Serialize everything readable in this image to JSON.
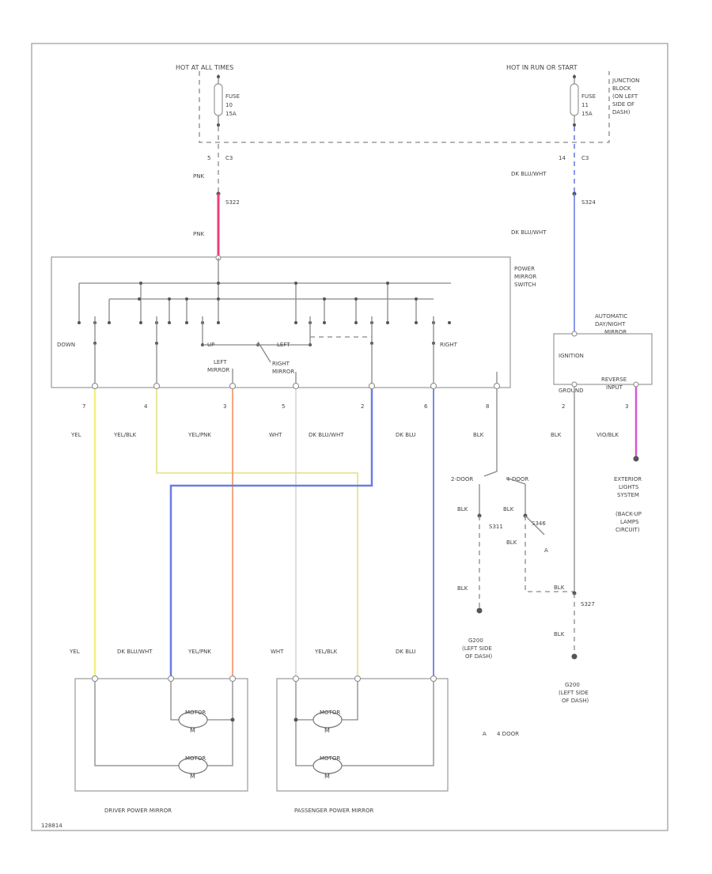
{
  "source_top_left": {
    "title": "HOT AT ALL TIMES",
    "fuse": [
      "FUSE",
      "10",
      "15A"
    ],
    "connector": "C3",
    "pin": "5",
    "wire_upper": "PNK",
    "splice": "S322",
    "wire_lower": "PNK"
  },
  "source_top_right": {
    "title": "HOT IN RUN OR START",
    "fuse": [
      "FUSE",
      "11",
      "15A"
    ],
    "junction_block": [
      "JUNCTION",
      "BLOCK",
      "(ON LEFT",
      "SIDE OF",
      "DASH)"
    ],
    "connector": "C3",
    "pin": "14",
    "wire_upper": "DK BLU/WHT",
    "splice": "S324",
    "wire_lower": "DK BLU/WHT"
  },
  "switch": {
    "name": [
      "POWER",
      "MIRROR",
      "SWITCH"
    ],
    "labels": {
      "down": "DOWN",
      "up": "UP",
      "left": "LEFT",
      "right": "RIGHT",
      "left_mirror": [
        "LEFT",
        "MIRROR"
      ],
      "right_mirror": [
        "RIGHT",
        "MIRROR"
      ]
    },
    "pins": [
      "7",
      "4",
      "3",
      "5",
      "2",
      "6",
      "8"
    ],
    "wires": [
      "YEL",
      "YEL/BLK",
      "YEL/PNK",
      "WHT",
      "DK BLU/WHT",
      "DK BLU",
      "BLK"
    ]
  },
  "dimming_mirror": {
    "name": [
      "AUTOMATIC",
      "DAY/NIGHT",
      "MIRROR"
    ],
    "ignition": "IGNITION",
    "ground": "GROUND",
    "reverse": [
      "REVERSE",
      "INPUT"
    ],
    "pins": [
      "2",
      "3"
    ],
    "wires": [
      "BLK",
      "VIO/BLK"
    ],
    "exterior": [
      "EXTERIOR",
      "LIGHTS",
      "SYSTEM",
      "(BACK-UP",
      "LAMPS",
      "CIRCUIT)"
    ]
  },
  "grounds": {
    "body_styles": [
      "2-DOOR",
      "4-DOOR"
    ],
    "wires": [
      "BLK",
      "BLK",
      "BLK",
      "BLK",
      "BLK",
      "BLK"
    ],
    "splice_left": "S311",
    "splice_right": "S327",
    "splice_nca": "S346",
    "ground_left": [
      "G200",
      "(LEFT SIDE",
      "OF DASH)"
    ],
    "ground_right": [
      "G200",
      "(LEFT SIDE",
      "OF DASH)"
    ],
    "note_mark": "A"
  },
  "mirrors": {
    "driver": {
      "name": "DRIVER POWER MIRROR",
      "wires": [
        "YEL",
        "DK BLU/WHT",
        "YEL/PNK"
      ]
    },
    "passenger": {
      "name": "PASSENGER POWER MIRROR",
      "wires": [
        "WHT",
        "YEL/BLK",
        "DK BLU"
      ]
    },
    "motor_label": "MOTOR",
    "motor_symbol": "M"
  },
  "legend": {
    "mark": "A",
    "text": "4 DOOR"
  },
  "figure_id": "128814",
  "colors": {
    "pink": "#f03e74",
    "blue": "#6a7de0",
    "yellow": "#f4f07a",
    "yellow_dark": "#e2e07e",
    "orange": "#f5a77e",
    "violet": "#d957d4",
    "white_wire": "#cfcfcf",
    "frame": "#999999"
  }
}
